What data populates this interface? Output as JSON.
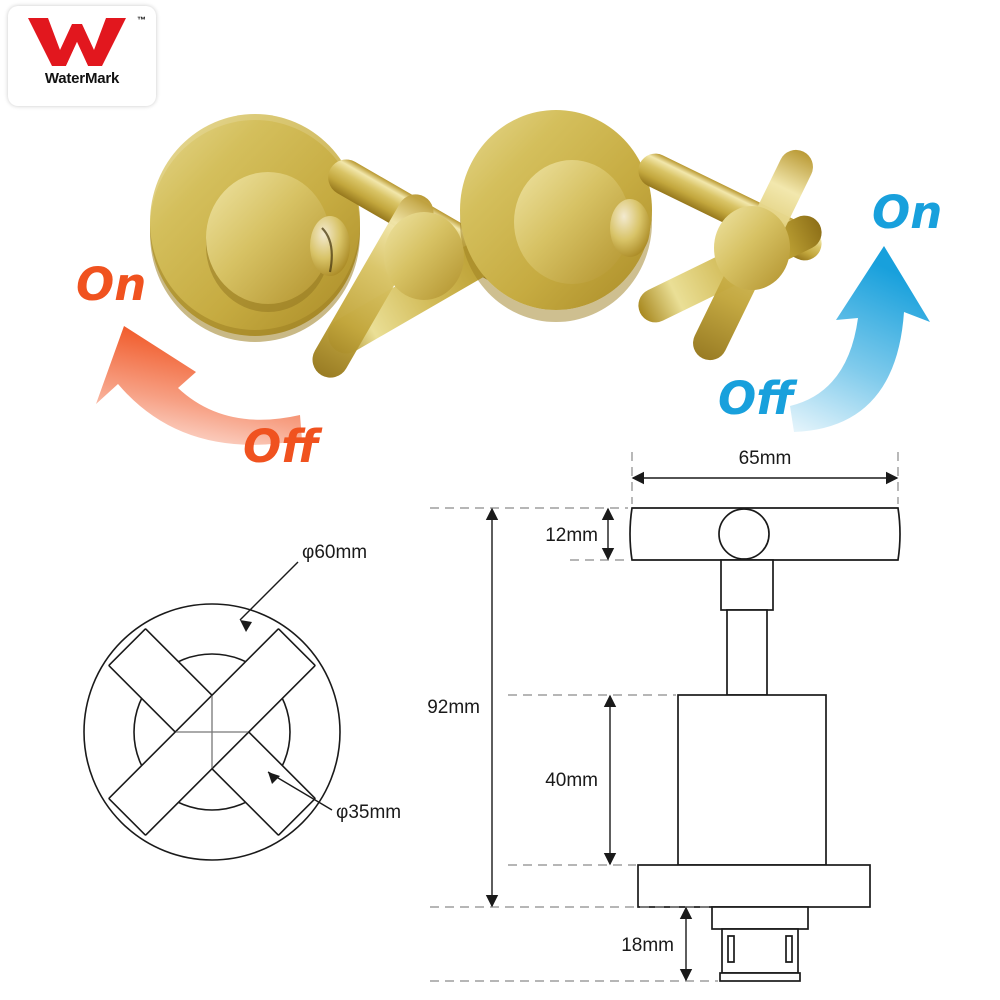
{
  "certification": {
    "name": "watermark-logo",
    "brand_text": "WaterMark",
    "trademark_symbol": "™",
    "logo_color": "#e2171e",
    "text_color": "#111111"
  },
  "product_photo": {
    "description": "Pair of brushed gold wall-mounted cross-handle tap valves",
    "finish_colors": {
      "gold_light": "#f0e6a8",
      "gold_mid": "#d8c055",
      "gold_deep": "#b8952e",
      "gold_shadow": "#8d6f1e"
    },
    "left_valve": {
      "accent_color": "#f0521f",
      "on_label": "On",
      "off_label": "Off",
      "rotation_hint": "counter-clockwise"
    },
    "right_valve": {
      "accent_color": "#18a0dc",
      "on_label": "On",
      "off_label": "Off",
      "rotation_hint": "clockwise"
    }
  },
  "drawings": {
    "top_view": {
      "name": "top-view-cross-handle",
      "outer_diameter_label": "φ60mm",
      "inner_diameter_label": "φ35mm",
      "outer_diameter_mm": 60,
      "inner_diameter_mm": 35
    },
    "side_view": {
      "name": "side-elevation",
      "width_label": "65mm",
      "handle_height_label": "12mm",
      "total_height_label": "92mm",
      "body_height_label": "40mm",
      "stem_height_label": "18mm",
      "width_mm": 65,
      "handle_height_mm": 12,
      "total_height_mm": 92,
      "body_height_mm": 40,
      "stem_height_mm": 18
    },
    "line_color": "#1a1a1a"
  }
}
